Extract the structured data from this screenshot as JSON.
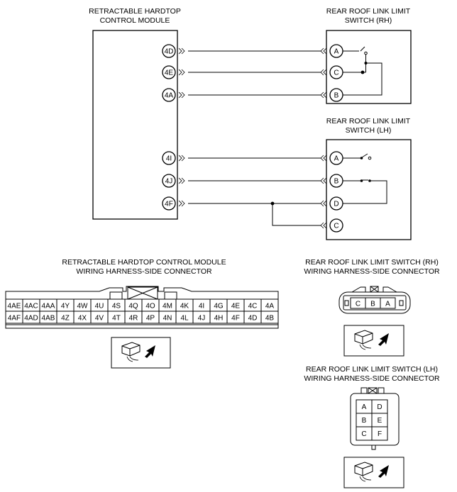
{
  "titles": {
    "module": [
      "RETRACTABLE HARDTOP",
      "CONTROL MODULE"
    ],
    "switch_rh": [
      "REAR ROOF LINK LIMIT",
      "SWITCH (RH)"
    ],
    "switch_lh": [
      "REAR ROOF LINK LIMIT",
      "SWITCH (LH)"
    ],
    "module_connector": [
      "RETRACTABLE HARDTOP CONTROL MODULE",
      "WIRING HARNESS-SIDE CONNECTOR"
    ],
    "rh_connector": [
      "REAR ROOF LINK LIMIT SWITCH (RH)",
      "WIRING HARNESS-SIDE CONNECTOR"
    ],
    "lh_connector": [
      "REAR ROOF LINK LIMIT SWITCH (LH)",
      "WIRING HARNESS-SIDE CONNECTOR"
    ]
  },
  "module_pins_rh": [
    "4D",
    "4E",
    "4A"
  ],
  "module_pins_lh": [
    "4I",
    "4J",
    "4F"
  ],
  "rh_switch_pins": [
    "A",
    "C",
    "B"
  ],
  "lh_switch_pins": [
    "A",
    "B",
    "D",
    "C"
  ],
  "module_connector_rows": [
    [
      "4AE",
      "4AC",
      "4AA",
      "4Y",
      "4W",
      "4U",
      "4S",
      "4Q",
      "4O",
      "4M",
      "4K",
      "4I",
      "4G",
      "4E",
      "4C",
      "4A"
    ],
    [
      "4AF",
      "4AD",
      "4AB",
      "4Z",
      "4X",
      "4V",
      "4T",
      "4R",
      "4P",
      "4N",
      "4L",
      "4J",
      "4H",
      "4F",
      "4D",
      "4B"
    ]
  ],
  "rh_connector_cells": [
    "C",
    "B",
    "A"
  ],
  "lh_connector_cells": [
    [
      "A",
      "D"
    ],
    [
      "B",
      "E"
    ],
    [
      "C",
      "F"
    ]
  ]
}
